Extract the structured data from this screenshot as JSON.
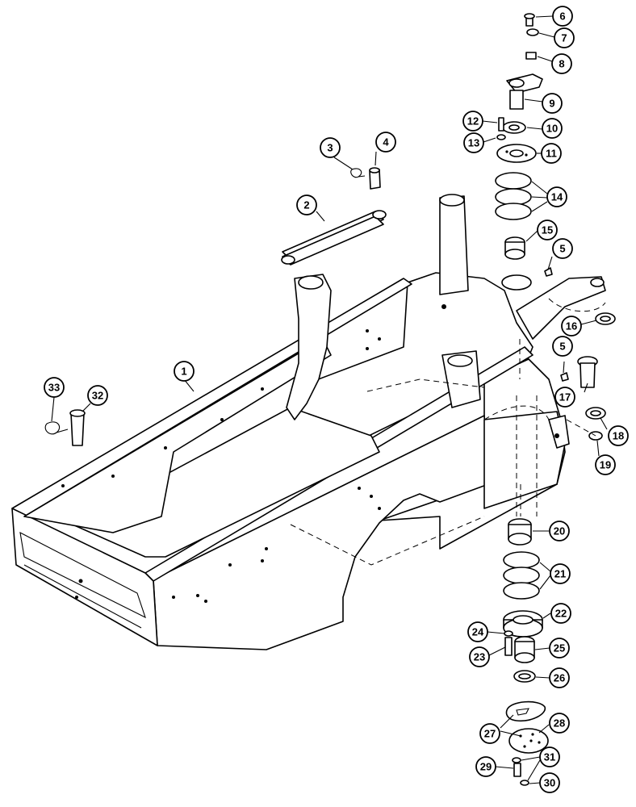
{
  "callouts": [
    {
      "id": "c1",
      "label": "1"
    },
    {
      "id": "c2",
      "label": "2"
    },
    {
      "id": "c3",
      "label": "3"
    },
    {
      "id": "c4",
      "label": "4"
    },
    {
      "id": "c5a",
      "label": "5"
    },
    {
      "id": "c5b",
      "label": "5"
    },
    {
      "id": "c6",
      "label": "6"
    },
    {
      "id": "c7",
      "label": "7"
    },
    {
      "id": "c8",
      "label": "8"
    },
    {
      "id": "c9",
      "label": "9"
    },
    {
      "id": "c10",
      "label": "10"
    },
    {
      "id": "c11",
      "label": "11"
    },
    {
      "id": "c12",
      "label": "12"
    },
    {
      "id": "c13",
      "label": "13"
    },
    {
      "id": "c14",
      "label": "14"
    },
    {
      "id": "c15",
      "label": "15"
    },
    {
      "id": "c16",
      "label": "16"
    },
    {
      "id": "c17",
      "label": "17"
    },
    {
      "id": "c18",
      "label": "18"
    },
    {
      "id": "c19",
      "label": "19"
    },
    {
      "id": "c20",
      "label": "20"
    },
    {
      "id": "c21",
      "label": "21"
    },
    {
      "id": "c22",
      "label": "22"
    },
    {
      "id": "c23",
      "label": "23"
    },
    {
      "id": "c24",
      "label": "24"
    },
    {
      "id": "c25",
      "label": "25"
    },
    {
      "id": "c26",
      "label": "26"
    },
    {
      "id": "c27",
      "label": "27"
    },
    {
      "id": "c28",
      "label": "28"
    },
    {
      "id": "c29",
      "label": "29"
    },
    {
      "id": "c30",
      "label": "30"
    },
    {
      "id": "c31",
      "label": "31"
    },
    {
      "id": "c32",
      "label": "32"
    },
    {
      "id": "c33",
      "label": "33"
    }
  ]
}
